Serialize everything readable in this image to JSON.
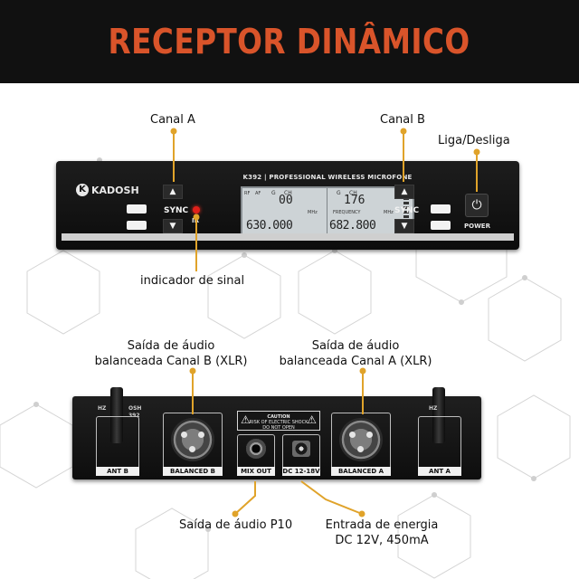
{
  "title": "RECEPTOR DINÂMICO",
  "colors": {
    "accent": "#d9542a",
    "leader": "#e0a32a",
    "header_bg": "#111111"
  },
  "callouts": {
    "canal_a": "Canal A",
    "canal_b": "Canal B",
    "power": "Liga/Desliga",
    "indicator": "indicador de sinal",
    "out_b_line1": "Saída de áudio",
    "out_b_line2": "balanceada Canal B (XLR)",
    "out_a_line1": "Saída de áudio",
    "out_a_line2": "balanceada Canal A (XLR)",
    "p10": "Saída de áudio P10",
    "power_in_line1": "Entrada de energia",
    "power_in_line2": "DC 12V, 450mA"
  },
  "front_panel": {
    "brand": "KADOSH",
    "band_text": "K392 | PROFESSIONAL WIRELESS MICROFONE",
    "sync_left": "SYNC",
    "sync_right": "SYNC",
    "ir": "IR",
    "power_label": "POWER",
    "lcd_left": {
      "g": "G",
      "ch_label": "CH",
      "ch": "00",
      "freq": "630.000",
      "mhz": "MHz",
      "rf": "RF",
      "af": "AF"
    },
    "lcd_right": {
      "g": "G",
      "ch_label": "CH",
      "ch": "176",
      "freq": "682.800",
      "mhz": "MHz",
      "freq_label": "FREQUENCY"
    }
  },
  "back_panel": {
    "ant_b": "ANT B",
    "balanced_b": "BALANCED B",
    "mix_out": "MIX OUT",
    "dc": "DC 12-18V",
    "balanced_a": "BALANCED A",
    "ant_a": "ANT A",
    "caution_title": "CAUTION",
    "caution_line1": "RISK OF ELECTRIC SHOCK",
    "caution_line2": "DO NOT OPEN",
    "brand_fragment": "OSH",
    "model_fragment": "392",
    "hz_left": "HZ",
    "hz_right": "HZ"
  }
}
